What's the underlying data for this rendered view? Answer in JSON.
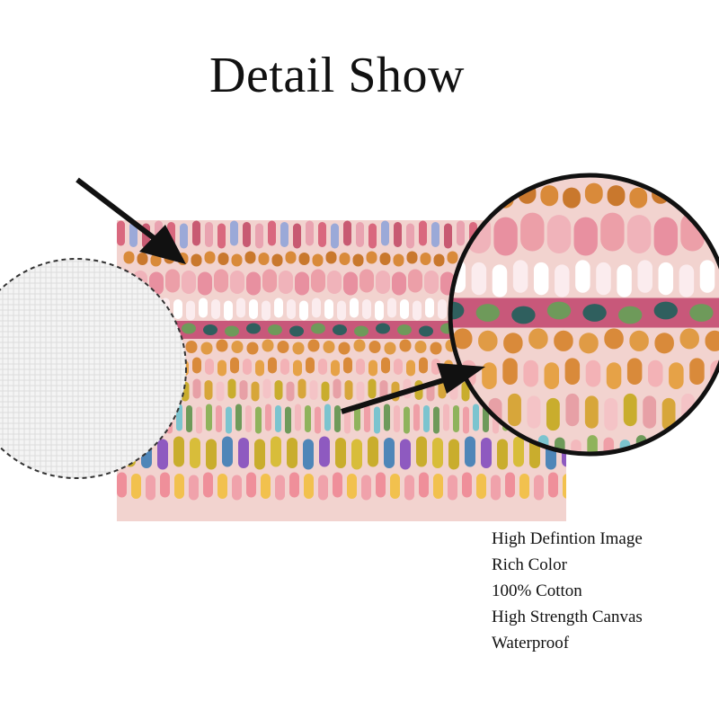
{
  "title": "Detail Show",
  "features": [
    "High Defintion Image",
    "Rich Color",
    "100% Cotton",
    "High Strength Canvas",
    "Waterproof"
  ],
  "colors": {
    "background": "#ffffff",
    "text": "#111111",
    "painting_base": "#f2d3cf",
    "dot_orange": "#d98a3a",
    "dot_pink": "#ec9fa8",
    "dot_mustard": "#c9ad2d",
    "dot_green": "#6e9a5a",
    "dot_teal": "#2f5f5e",
    "dot_blue": "#4f86b8",
    "band_magenta": "#c8587a",
    "canvas_texture": "#f0f0f0",
    "arrow": "#111111"
  }
}
